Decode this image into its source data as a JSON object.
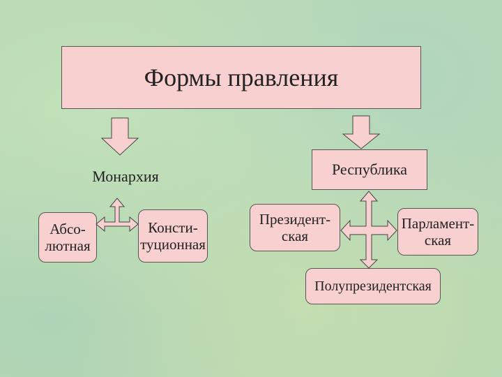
{
  "title": "Формы правления",
  "nodes": {
    "monarchy": "Монархия",
    "republic": "Республика",
    "absolute": "Абсо-\nлютная",
    "constitutional": "Консти-\nтуционная",
    "presidential": "Президент-\nская",
    "parliamentary": "Парламент-\nская",
    "semi_presidential": "Полупрезидентская"
  },
  "colors": {
    "box_fill": "#f7d0cf",
    "border": "#555555",
    "background": "#b9d9b3"
  }
}
